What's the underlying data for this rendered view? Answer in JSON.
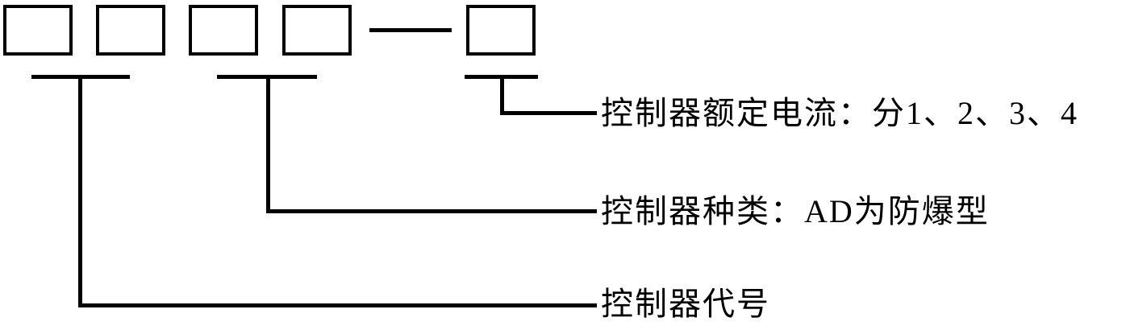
{
  "figure": {
    "name": "controller-model-designation-diagram",
    "colors": {
      "background": "#ffffff",
      "line": "#000000",
      "text": "#000000"
    },
    "model_boxes": {
      "count": 5,
      "separator": "—"
    },
    "callouts": [
      {
        "id": "rated-current",
        "text": "控制器额定电流：分1、2、3、4"
      },
      {
        "id": "controller-type",
        "text": "控制器种类：AD为防爆型"
      },
      {
        "id": "controller-code",
        "text": "控制器代号"
      }
    ]
  }
}
